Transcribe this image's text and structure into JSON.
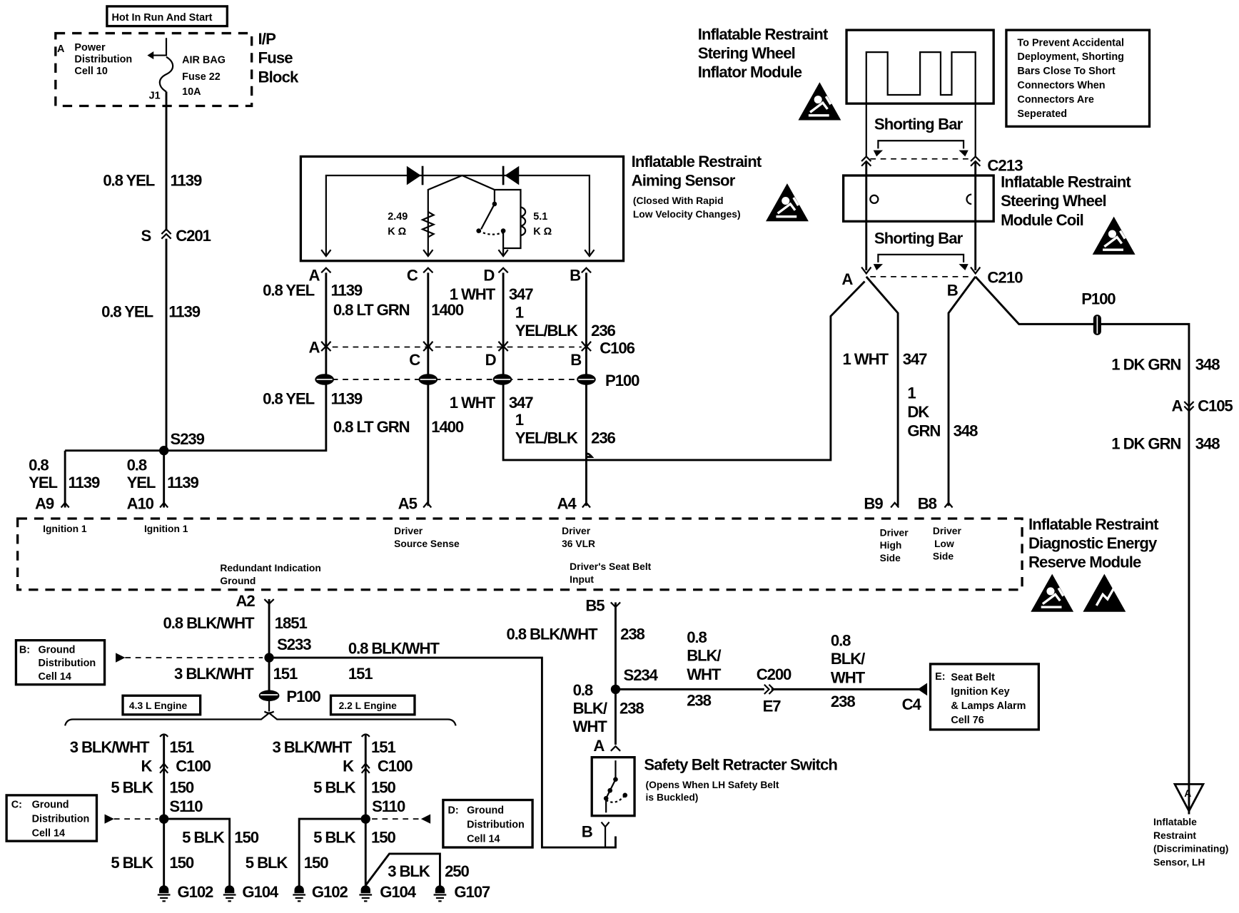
{
  "power": {
    "hot_label": "Hot In Run And Start",
    "fuse_block_label": [
      "I/P",
      "Fuse",
      "Block"
    ],
    "ref_letter": "A",
    "ref_text": [
      "Power",
      "Distribution",
      "Cell 10"
    ],
    "fuse_text": [
      "AIR BAG",
      "Fuse 22",
      "10A"
    ],
    "junction": "J1"
  },
  "wires": {
    "yel_1139": {
      "gauge_color": "0.8 YEL",
      "circuit": "1139"
    },
    "ltgrn_1400": {
      "gauge_color": "0.8 LT GRN",
      "circuit": "1400"
    },
    "wht_347": {
      "gauge_color": "1 WHT",
      "circuit": "347"
    },
    "yelblk_236": {
      "gauge": "1",
      "color": "YEL/BLK",
      "circuit": "236"
    },
    "dkgrn_348": {
      "gauge_color": "1 DK GRN",
      "circuit": "348",
      "gauge": "1",
      "color1": "DK",
      "color2": "GRN"
    },
    "blkwht_1851": {
      "gauge_color": "0.8 BLK/WHT",
      "circuit": "1851"
    },
    "blkwht_151_h": {
      "gauge_color": "0.8 BLK/WHT",
      "circuit": "151"
    },
    "blkwht3_151": {
      "gauge_color": "3 BLK/WHT",
      "circuit": "151"
    },
    "blkwht_238": {
      "gauge_color": "0.8 BLK/WHT",
      "circuit": "238",
      "gauge": "0.8",
      "color1": "BLK/",
      "color2": "WHT"
    },
    "blk5_150": {
      "gauge_color": "5 BLK",
      "circuit": "150"
    },
    "blk3_250": {
      "gauge_color": "3 BLK",
      "circuit": "250"
    },
    "yel_split": {
      "gauge": "0.8",
      "color": "YEL",
      "circuit": "1139"
    }
  },
  "connectors": {
    "c201": "C201",
    "c201_pin": "S",
    "c106": "C106",
    "p100": "P100",
    "c213": "C213",
    "c210": "C210",
    "c105": "C105",
    "c105_pin": "A",
    "c200": "C200",
    "c200_pin": "E7",
    "c100": "C100",
    "c100_pin": "K",
    "pins": {
      "A": "A",
      "B": "B",
      "C": "C",
      "D": "D"
    }
  },
  "splices": {
    "s239": "S239",
    "s233": "S233",
    "s234": "S234",
    "s110": "S110"
  },
  "grounds": [
    "G102",
    "G104",
    "G102",
    "G104",
    "G107"
  ],
  "aiming_sensor": {
    "title": [
      "Inflatable Restraint",
      "Aiming Sensor"
    ],
    "note": [
      "(Closed With Rapid",
      "Low Velocity Changes)"
    ],
    "r1": [
      "2.49",
      "K Ω"
    ],
    "r2": [
      "5.1",
      "K Ω"
    ]
  },
  "inflator_module": {
    "title": [
      "Inflatable Restraint",
      "Stering Wheel",
      "Inflator Module"
    ]
  },
  "warning_note": [
    "To Prevent Accidental",
    "Deployment, Shorting",
    "Bars Close To Short",
    "Connectors When",
    "Connectors Are",
    "Seperated"
  ],
  "shorting_bar": "Shorting Bar",
  "coil": {
    "title": [
      "Inflatable Restraint",
      "Steering Wheel",
      "Module Coil"
    ]
  },
  "sdm": {
    "title": [
      "Inflatable Restraint",
      "Diagnostic Energy",
      "Reserve Module"
    ],
    "pins": [
      {
        "pin": "A9",
        "label": [
          "Ignition 1"
        ]
      },
      {
        "pin": "A10",
        "label": [
          "Ignition 1"
        ]
      },
      {
        "pin": "A5",
        "label": [
          "Driver",
          "Source Sense"
        ]
      },
      {
        "pin": "A4",
        "label": [
          "Driver",
          "36 VLR"
        ]
      },
      {
        "pin": "B9",
        "label": [
          "Driver",
          "High",
          "Side"
        ]
      },
      {
        "pin": "B8",
        "label": [
          "Driver",
          "Low",
          "Side"
        ]
      },
      {
        "pin": "A2",
        "label": [
          "Redundant Indication",
          "Ground"
        ]
      },
      {
        "pin": "B5",
        "label": [
          "Driver's Seat Belt",
          "Input"
        ]
      }
    ]
  },
  "ground_refs": [
    {
      "letter": "B:",
      "text": [
        "Ground",
        "Distribution",
        "Cell 14"
      ]
    },
    {
      "letter": "C:",
      "text": [
        "Ground",
        "Distribution",
        "Cell 14"
      ]
    },
    {
      "letter": "D:",
      "text": [
        "Ground",
        "Distribution",
        "Cell 14"
      ]
    }
  ],
  "engines": [
    "4.3 L Engine",
    "2.2 L Engine"
  ],
  "seat_belt_ref": {
    "letter": "E:",
    "text": [
      "Seat Belt",
      "Ignition Key",
      "& Lamps Alarm",
      "Cell 76"
    ],
    "pin": "C4"
  },
  "retractor_switch": {
    "title": "Safety Belt Retracter Switch",
    "note": [
      "(Opens When LH Safety Belt",
      "is Buckled)"
    ],
    "pin_a": "A",
    "pin_b": "B"
  },
  "sensor_lh": {
    "ref": "A",
    "text": [
      "Inflatable",
      "Restraint",
      "(Discriminating)",
      "Sensor, LH"
    ]
  }
}
